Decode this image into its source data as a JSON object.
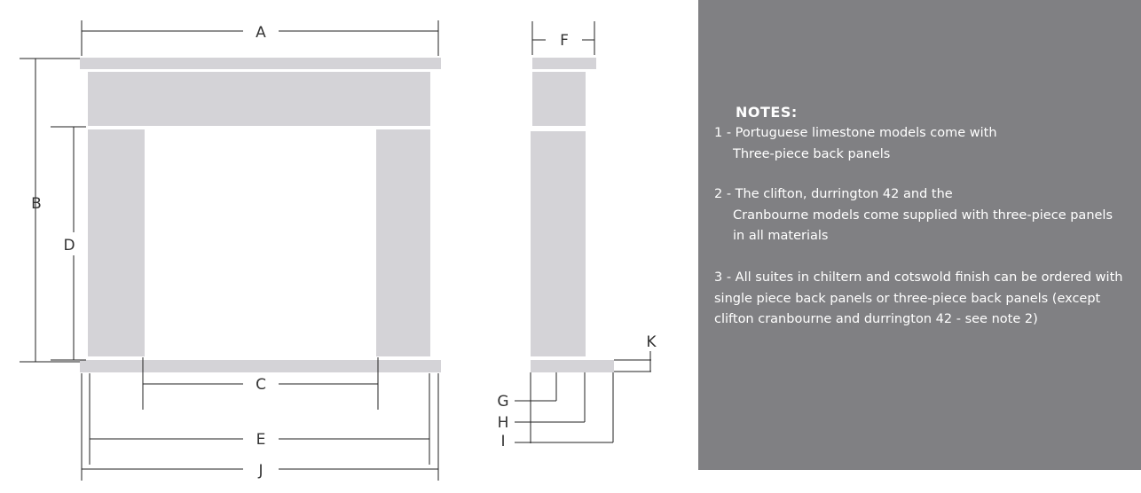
{
  "dimension_labels": {
    "a": "A",
    "b": "B",
    "c": "C",
    "d": "D",
    "e": "E",
    "f": "F",
    "g": "G",
    "h": "H",
    "i": "I",
    "j": "J",
    "k": "K"
  },
  "notes": {
    "heading": "NOTES:",
    "note1": {
      "line1": "1 - Portuguese limestone models come with",
      "line2": "Three-piece back panels"
    },
    "note2": {
      "line1": "2 - The clifton, durrington 42 and the",
      "line2": "Cranbourne models come supplied with three-piece panels",
      "line3": "in all materials"
    },
    "note3": {
      "line1": "3 - All suites in chiltern and cotswold finish can be ordered with",
      "line2": "single piece back panels or three-piece back panels (except",
      "line3": "clifton cranbourne and durrington 42 - see note 2)"
    }
  },
  "colors": {
    "panel": "#808083",
    "stone": "#d4d3d7",
    "line": "#222222",
    "label": "#333333"
  }
}
